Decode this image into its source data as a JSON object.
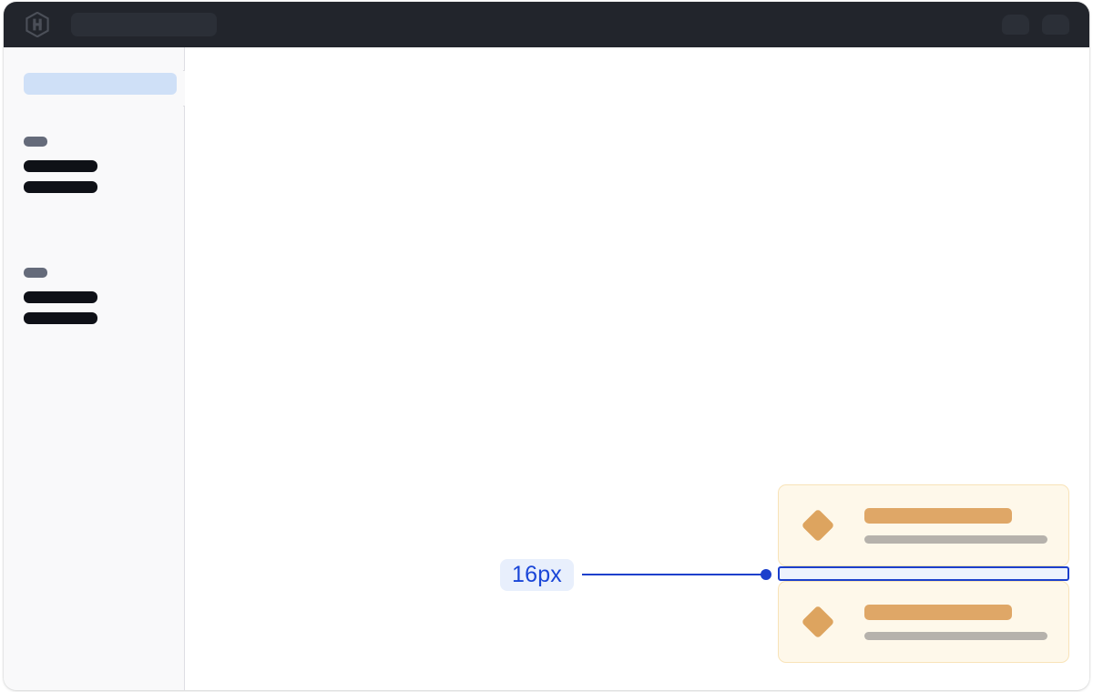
{
  "app": {
    "frame_background": "#ffffff",
    "page_background": "#ffffff"
  },
  "topbar": {
    "background": "#22252c",
    "logo_name": "hashicorp-logo",
    "search_placeholder": "",
    "search_value": "",
    "actions": [
      {
        "name": "topbar-action-1",
        "label": ""
      },
      {
        "name": "topbar-action-2",
        "label": ""
      }
    ]
  },
  "sidebar": {
    "background": "#f9f9fa",
    "border_color": "#dedee3",
    "collapse_handle_label": "",
    "active_item": {
      "label": "",
      "background": "#cfe0f7"
    },
    "groups": [
      {
        "label": "",
        "label_color": "#656b7a",
        "items": [
          {
            "label": ""
          },
          {
            "label": ""
          }
        ]
      },
      {
        "label": "",
        "label_color": "#656b7a",
        "items": [
          {
            "label": ""
          },
          {
            "label": ""
          }
        ]
      }
    ]
  },
  "content": {
    "background": "#ffffff",
    "cards": [
      {
        "icon_name": "diamond-icon",
        "icon_color": "#dda45f",
        "title": "",
        "subtitle": "",
        "background": "#fef8ea",
        "border_color": "#f8e3b8"
      },
      {
        "icon_name": "diamond-icon",
        "icon_color": "#dda45f",
        "title": "",
        "subtitle": "",
        "background": "#fef8ea",
        "border_color": "#f8e3b8"
      }
    ]
  },
  "measurement": {
    "value": "16px",
    "accent_color": "#1b3fcc",
    "label_text_color": "#1a46d8",
    "label_background": "#e8effc",
    "box_fill": "#edf2fd"
  }
}
